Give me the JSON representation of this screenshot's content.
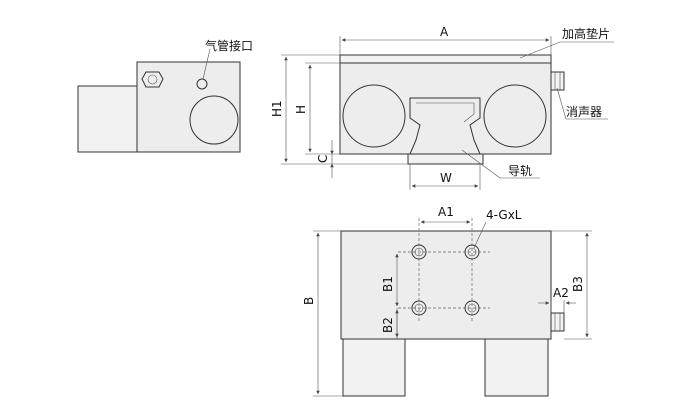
{
  "labels": {
    "air_port": "气管接口",
    "raise_pad": "加高垫片",
    "muffler": "消声器",
    "guide_rail": "导轨",
    "A": "A",
    "H1": "H1",
    "H": "H",
    "C": "C",
    "W": "W",
    "A1": "A1",
    "hole_spec": "4-GxL",
    "B1": "B1",
    "B2": "B2",
    "B": "B",
    "A2": "A2",
    "B3": "B3"
  },
  "colors": {
    "line": "#333333",
    "fill": "#ededed"
  }
}
